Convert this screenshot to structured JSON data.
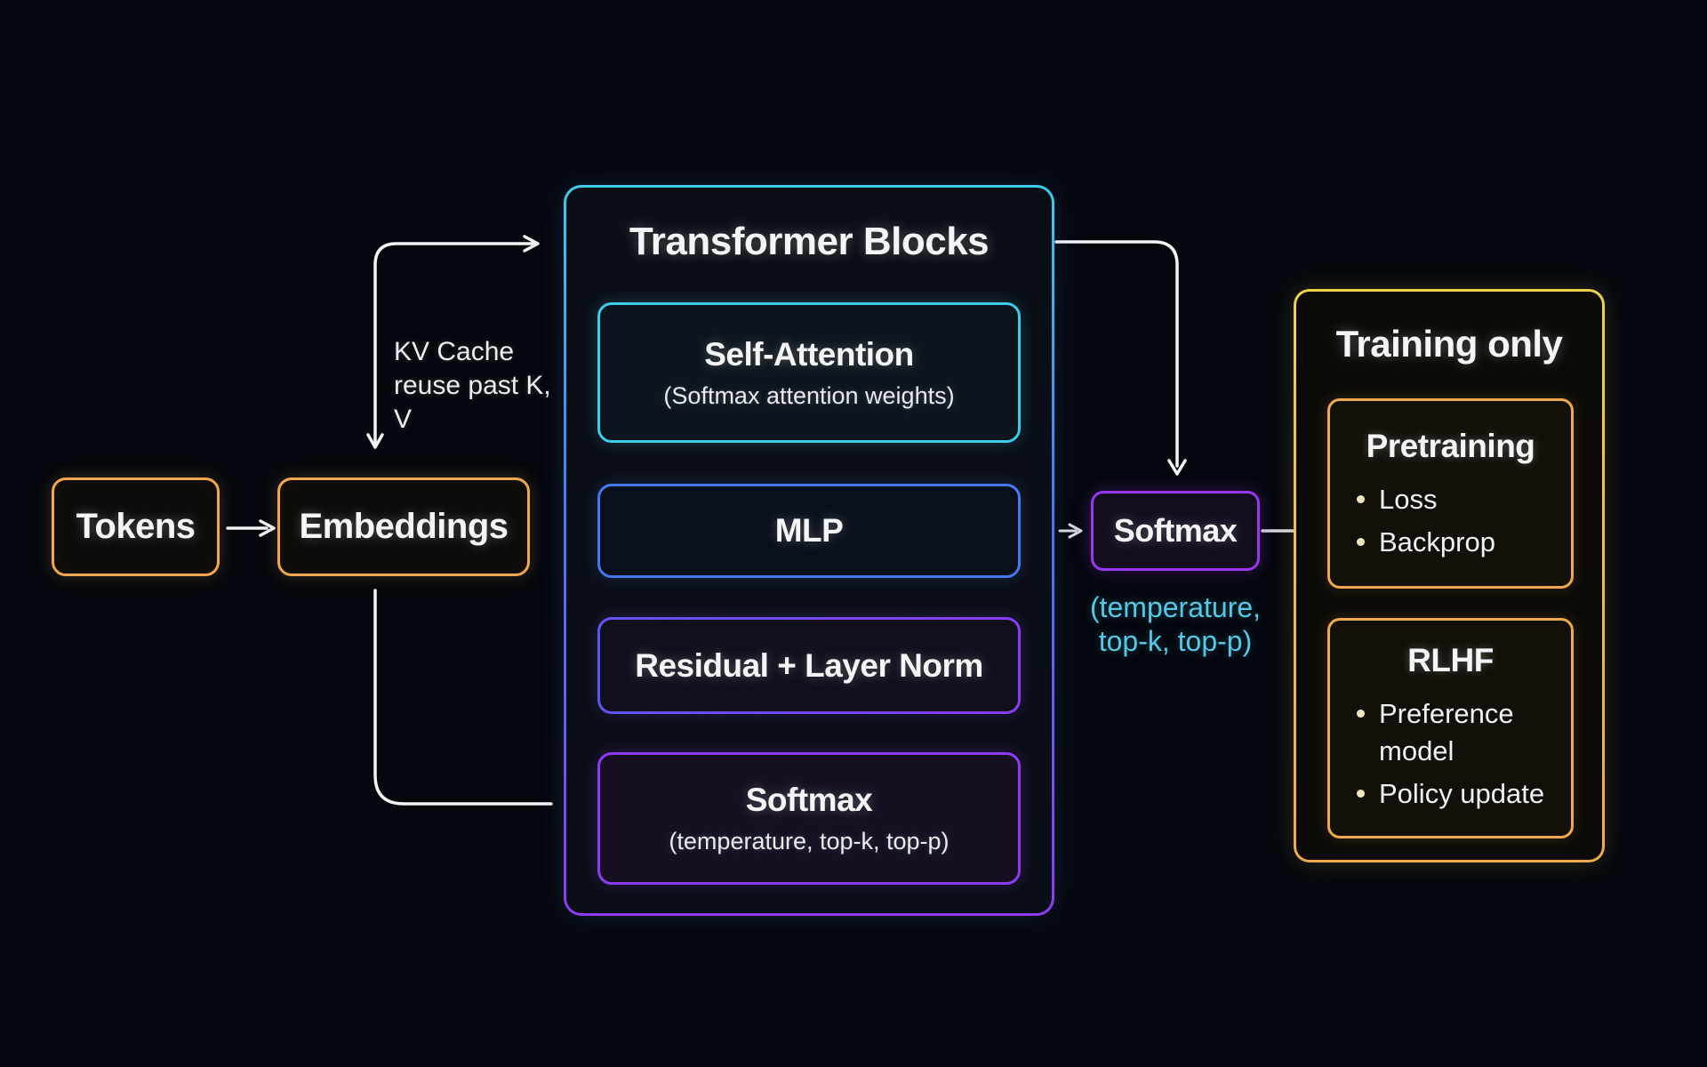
{
  "colors": {
    "orange": "#f0a84e",
    "yellow": "#ecd24b",
    "cyan": "#3fcbea",
    "blue": "#4479f2",
    "indigo": "#5e55f2",
    "purple": "#8d3bf2",
    "purple2": "#9a35f0",
    "cyantext": "#55c8e6",
    "wire": "#f2f3f5",
    "wiregray": "#d6d9df"
  },
  "nodes": {
    "tokens": {
      "label": "Tokens"
    },
    "embeddings": {
      "label": "Embeddings"
    },
    "kv_note": {
      "line1": "KV Cache",
      "line2": "reuse past K,",
      "line3": "V"
    },
    "transformer": {
      "title": "Transformer Blocks",
      "self_attention": {
        "title": "Self-Attention",
        "subtitle": "(Softmax attention weights)"
      },
      "mlp": {
        "title": "MLP"
      },
      "residual": {
        "title": "Residual + Layer Norm"
      },
      "softmax": {
        "title": "Softmax",
        "subtitle": "(temperature, top-k, top-p)"
      }
    },
    "softmax_out": {
      "label": "Softmax",
      "caption_line1": "(temperature,",
      "caption_line2": "top-k, top-p)"
    },
    "training": {
      "title": "Training only",
      "pretraining": {
        "title": "Pretraining",
        "bullets": [
          "Loss",
          "Backprop"
        ]
      },
      "rlhf": {
        "title": "RLHF",
        "bullets": [
          "Preference model",
          "Policy update"
        ]
      }
    }
  }
}
